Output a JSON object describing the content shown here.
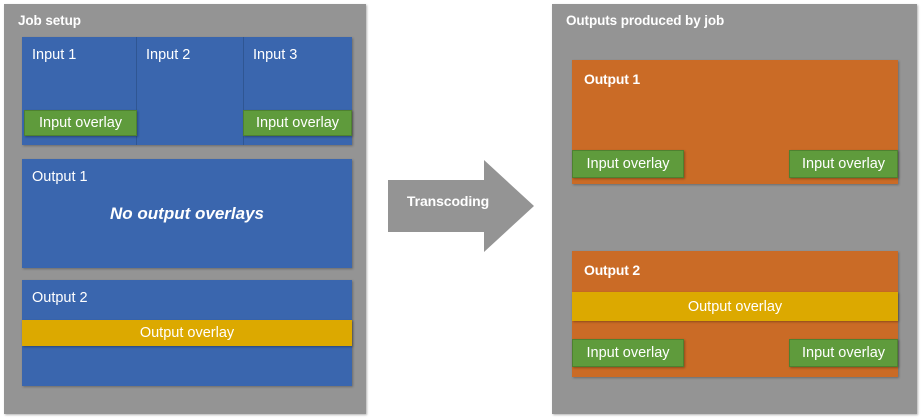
{
  "diagram": {
    "title_left": "Job setup",
    "title_right": "Outputs produced by job",
    "arrow_label": "Transcoding",
    "colors": {
      "panel_gray": "#949494",
      "input_blue": "#3A66AE",
      "output_orange": "#CA6B26",
      "input_overlay_green": "#5F9B3C",
      "output_overlay_gold": "#DCA900",
      "text_white": "#FFFFFF",
      "canvas_white": "#FFFFFF"
    }
  },
  "left_panel": {
    "title": "Job setup",
    "inputs": [
      {
        "label": "Input 1",
        "overlay": "Input overlay",
        "has_overlay": true
      },
      {
        "label": "Input 2",
        "overlay": "",
        "has_overlay": false
      },
      {
        "label": "Input 3",
        "overlay": "Input overlay",
        "has_overlay": true
      }
    ],
    "outputs": [
      {
        "label": "Output 1",
        "note": "No output overlays",
        "overlay": "",
        "has_overlay": false
      },
      {
        "label": "Output 2",
        "note": "",
        "overlay": "Output overlay",
        "has_overlay": true
      }
    ]
  },
  "right_panel": {
    "title": "Outputs produced by job",
    "outputs": [
      {
        "label": "Output 1",
        "output_overlay": "",
        "has_output_overlay": false,
        "input_overlays": [
          "Input overlay",
          "Input overlay"
        ]
      },
      {
        "label": "Output 2",
        "output_overlay": "Output overlay",
        "has_output_overlay": true,
        "input_overlays": [
          "Input overlay",
          "Input overlay"
        ]
      }
    ]
  },
  "arrow": {
    "label": "Transcoding"
  }
}
